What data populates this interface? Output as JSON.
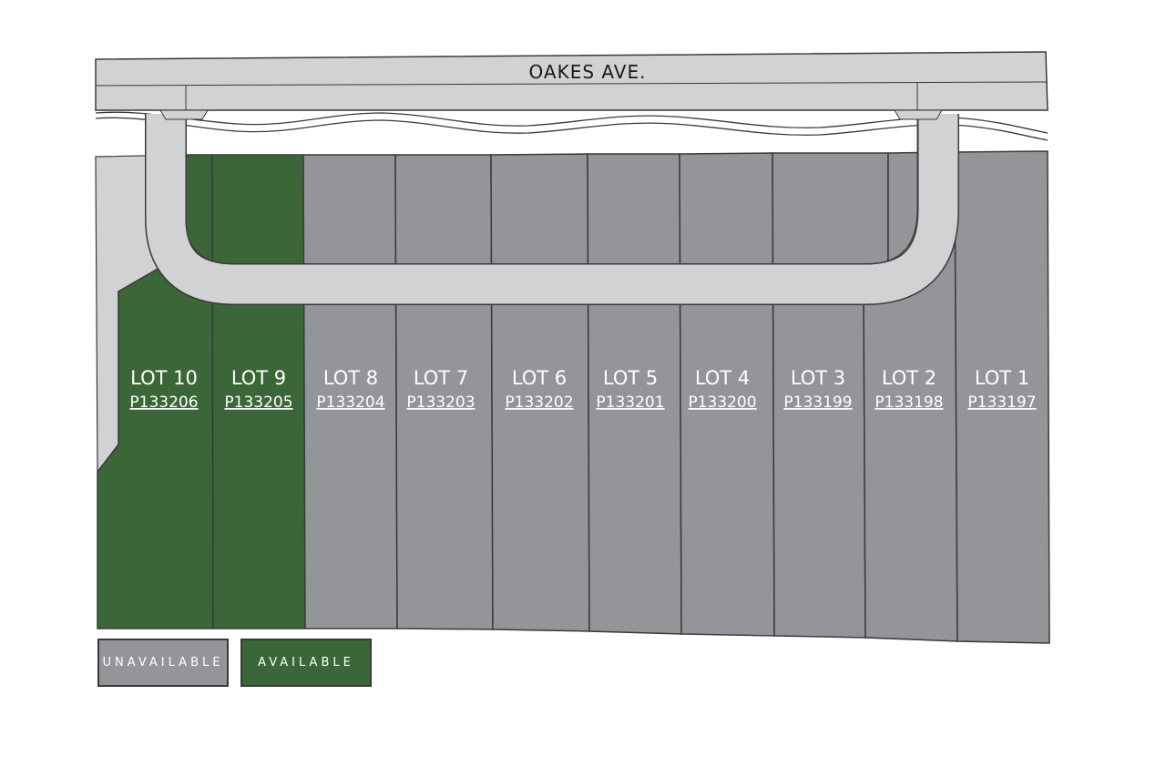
{
  "street": {
    "name": "OAKES AVE."
  },
  "colors": {
    "available": "#3b6638",
    "unavailable": "#939598",
    "road": "#d1d2d4",
    "outline": "#3a3a3a"
  },
  "lots": [
    {
      "label": "LOT 10",
      "parcel": "P133206",
      "status": "available"
    },
    {
      "label": "LOT 9",
      "parcel": "P133205",
      "status": "available"
    },
    {
      "label": "LOT 8",
      "parcel": "P133204",
      "status": "unavailable"
    },
    {
      "label": "LOT 7",
      "parcel": "P133203",
      "status": "unavailable"
    },
    {
      "label": "LOT 6",
      "parcel": "P133202",
      "status": "unavailable"
    },
    {
      "label": "LOT 5",
      "parcel": "P133201",
      "status": "unavailable"
    },
    {
      "label": "LOT 4",
      "parcel": "P133200",
      "status": "unavailable"
    },
    {
      "label": "LOT 3",
      "parcel": "P133199",
      "status": "unavailable"
    },
    {
      "label": "LOT 2",
      "parcel": "P133198",
      "status": "unavailable"
    },
    {
      "label": "LOT 1",
      "parcel": "P133197",
      "status": "unavailable"
    }
  ],
  "legend": {
    "unavailable": "UNAVAILABLE",
    "available": "AVAILABLE"
  }
}
